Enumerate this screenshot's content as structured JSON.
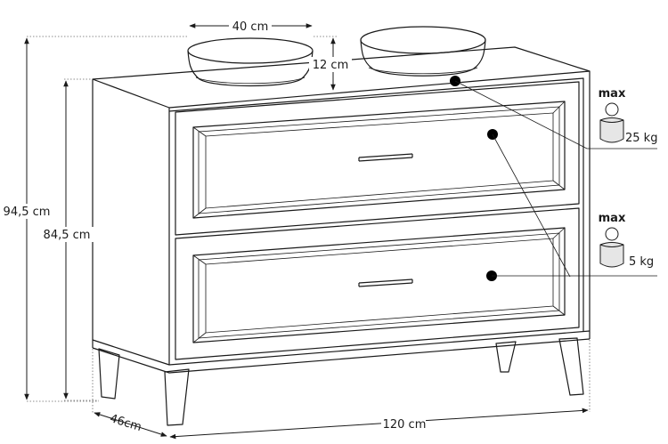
{
  "dimensions": {
    "basin_width": "40 cm",
    "basin_height": "12 cm",
    "total_height": "94,5 cm",
    "cabinet_height": "84,5 cm",
    "depth": "46cm",
    "width": "120 cm"
  },
  "load_limits": [
    {
      "max_label": "max",
      "weight": "25 kg"
    },
    {
      "max_label": "max",
      "weight": "5 kg"
    }
  ]
}
